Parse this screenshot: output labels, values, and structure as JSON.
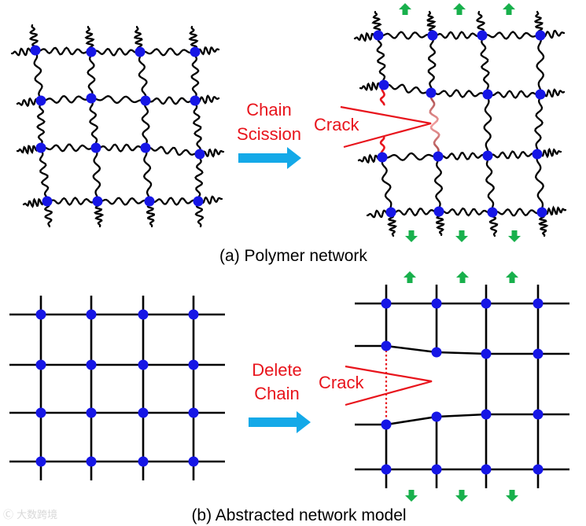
{
  "panel_a": {
    "caption": "(a) Polymer network",
    "arrow_label_line1": "Chain",
    "arrow_label_line2": "Scission",
    "crack_label": "Crack"
  },
  "panel_b": {
    "caption": "(b) Abstracted network model",
    "arrow_label_line1": "Delete",
    "arrow_label_line2": "Chain",
    "crack_label": "Crack"
  },
  "watermark": "Ⓒ 大数跨境",
  "colors": {
    "node": "#1616e6",
    "chain": "#000000",
    "label_red": "#e8141c",
    "process_arrow": "#14a9e8",
    "load_arrow": "#18b04c",
    "broken_chain": "#e46c6c"
  },
  "icons": {
    "process_arrow": "right-arrow-icon",
    "load_up": "up-arrow-icon",
    "load_down": "down-arrow-icon"
  }
}
